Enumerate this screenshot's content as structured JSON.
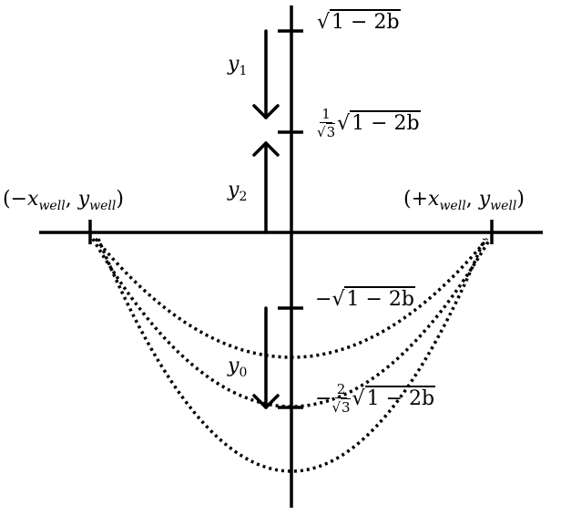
{
  "diagram": {
    "tick_labels": {
      "top": {
        "sign": "",
        "fraction": null,
        "radicand": "1 − 2b"
      },
      "upper_third": {
        "sign": "",
        "fraction": {
          "num": "1",
          "den_radicand": "3"
        },
        "radicand": "1 − 2b"
      },
      "lower": {
        "sign": "−",
        "fraction": null,
        "radicand": "1 − 2b"
      },
      "lower_third": {
        "sign": "−",
        "fraction": {
          "num": "2",
          "den_radicand": "3"
        },
        "radicand": "1 − 2b"
      }
    },
    "arrows": {
      "y1": {
        "var": "y",
        "sub": "1"
      },
      "y2": {
        "var": "y",
        "sub": "2"
      },
      "y0": {
        "var": "y",
        "sub": "0"
      }
    },
    "well_points": {
      "left": {
        "open": "(",
        "sign": "−",
        "x": "x",
        "x_sub": "well",
        "sep": ", ",
        "y": "y",
        "y_sub": "well",
        "close": ")"
      },
      "right": {
        "open": "(",
        "sign": "+",
        "x": "x",
        "x_sub": "well",
        "sep": ", ",
        "y": "y",
        "y_sub": "well",
        "close": ")"
      }
    },
    "colors": {
      "ink": "#000000",
      "background": "#ffffff"
    }
  }
}
